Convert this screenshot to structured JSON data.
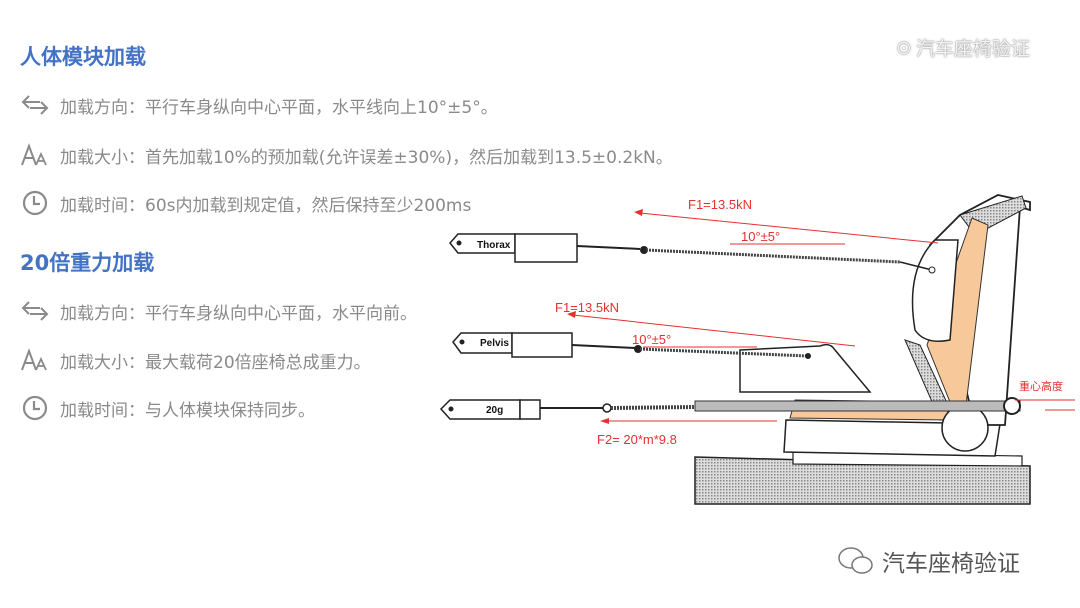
{
  "section1": {
    "title": "人体模块加载",
    "items": [
      {
        "icon": "bidirectional-arrows-icon",
        "text": "加载方向：平行车身纵向中心平面，水平线向上10°±5°。"
      },
      {
        "icon": "font-size-icon",
        "text": "加载大小：首先加载10%的预加载(允许误差±30%)，然后加载到13.5±0.2kN。"
      },
      {
        "icon": "clock-icon",
        "text": "加载时间：60s内加载到规定值，然后保持至少200ms"
      }
    ]
  },
  "section2": {
    "title": "20倍重力加载",
    "items": [
      {
        "icon": "bidirectional-arrows-icon",
        "text": "加载方向：平行车身纵向中心平面，水平向前。"
      },
      {
        "icon": "font-size-icon",
        "text": "加载大小：最大载荷20倍座椅总成重力。"
      },
      {
        "icon": "clock-icon",
        "text": "加载时间：与人体模块保持同步。"
      }
    ]
  },
  "diagram": {
    "thorax_label": "Thorax",
    "pelvis_label": "Pelvis",
    "g_label": "20g",
    "f1_thorax": "F1=13.5kN",
    "angle_thorax": "10°±5°",
    "f1_pelvis": "F1=13.5kN",
    "angle_pelvis": "10°±5°",
    "f2": "F2= 20*m*9.8",
    "cg_height": "重心高度",
    "red": "#e53030",
    "foam": "#f7c99a"
  },
  "watermark": {
    "text": "汽车座椅验证"
  }
}
